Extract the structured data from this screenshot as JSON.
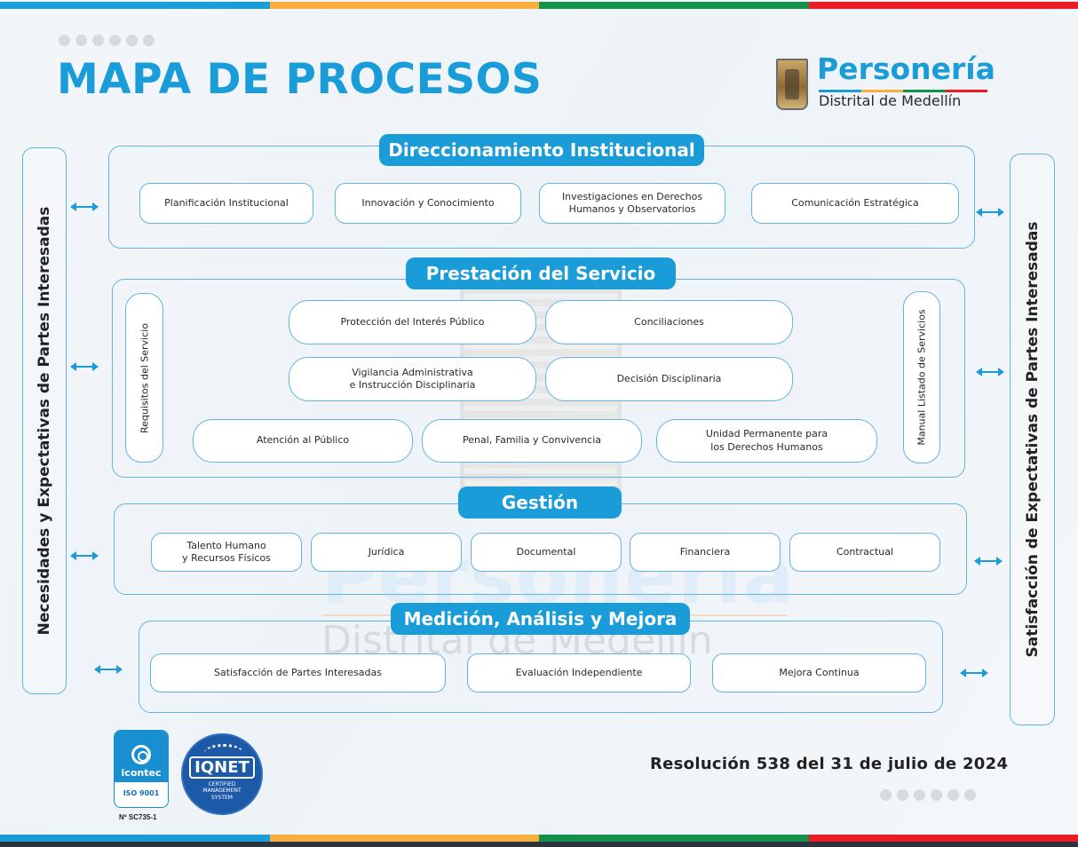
{
  "header": {
    "title": "MAPA DE PROCESOS",
    "logo": {
      "name": "Personería",
      "subtitle": "Distrital de Medellín",
      "emblem": "coat-of-arms-icon"
    }
  },
  "colors": {
    "primary_blue": "#1a9cd8",
    "border_blue": "#63b4e3",
    "stripe": [
      "#1a9cd8",
      "#f9ae3f",
      "#14914a",
      "#ec1c24"
    ],
    "dot_gray": "#d8dadd"
  },
  "left_column": {
    "label": "Necesidades y Expectativas de Partes Interesadas"
  },
  "right_column": {
    "label": "Satisfacción de Expectativas de Partes Interesadas"
  },
  "sections": {
    "direccionamiento": {
      "title": "Direccionamiento Institucional",
      "processes": [
        "Planificación Institucional",
        "Innovación y Conocimiento",
        "Investigaciones en Derechos\nHumanos y Observatorios",
        "Comunicación Estratégica"
      ]
    },
    "prestacion": {
      "title": "Prestación del Servicio",
      "left_label": "Requisitos del Servicio",
      "right_label": "Manual Listado de Servicios",
      "processes": [
        "Protección del Interés Público",
        "Conciliaciones",
        "Vigilancia Administrativa\ne Instrucción Disciplinaria",
        "Decisión Disciplinaria",
        "Atención al Público",
        "Penal, Familia y Convivencia",
        "Unidad Permanente para\nlos Derechos Humanos"
      ]
    },
    "gestion": {
      "title": "Gestión",
      "processes": [
        "Talento Humano\ny Recursos Físicos",
        "Jurídica",
        "Documental",
        "Financiera",
        "Contractual"
      ]
    },
    "medicion": {
      "title": "Medición, Análisis y Mejora",
      "processes": [
        "Satisfacción de Partes Interesadas",
        "Evaluación Independiente",
        "Mejora Continua"
      ]
    }
  },
  "connectors": {
    "icon": "double-arrow-icon",
    "count_left": 4,
    "count_right": 4
  },
  "watermark": {
    "line1": "Personería",
    "line2": "Distrital de Medellín"
  },
  "footer": {
    "resolution": "Resolución 538 del 31 de julio de 2024",
    "certifications": {
      "icontec": {
        "brand": "icontec",
        "standard": "ISO 9001",
        "number": "Nº SC735-1"
      },
      "iqnet": {
        "brand": "IQNET",
        "caption": "CERTIFIED\nMANAGEMENT\nSYSTEM"
      }
    }
  }
}
